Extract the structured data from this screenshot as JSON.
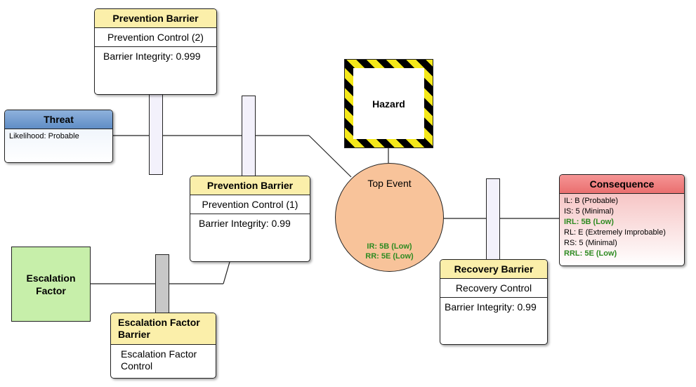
{
  "threat": {
    "title": "Threat",
    "likelihood": "Likelihood: Probable"
  },
  "hazard": {
    "label": "Hazard"
  },
  "top_event": {
    "label": "Top Event",
    "ir": "IR: 5B (Low)",
    "rr": "RR: 5E (Low)"
  },
  "prevention_barrier_2": {
    "title": "Prevention Barrier",
    "control": "Prevention Control (2)",
    "integrity": "Barrier Integrity: 0.999"
  },
  "prevention_barrier_1": {
    "title": "Prevention Barrier",
    "control": "Prevention Control (1)",
    "integrity": "Barrier Integrity: 0.99"
  },
  "recovery_barrier": {
    "title": "Recovery Barrier",
    "control": "Recovery Control",
    "integrity": "Barrier Integrity: 0.99"
  },
  "escalation_factor": {
    "label": "Escalation Factor"
  },
  "escalation_factor_barrier": {
    "title": "Escalation Factor Barrier",
    "control": "Escalation Factor Control"
  },
  "consequence": {
    "title": "Consequence",
    "il": "IL: B (Probable)",
    "is": "IS: 5 (Minimal)",
    "irl": "IRL: 5B (Low)",
    "rl": "RL: E (Extremely Improbable)",
    "rs": "RS: 5 (Minimal)",
    "rrl": "RRL: 5E (Low)"
  },
  "colors": {
    "threat": "#5f8dc6",
    "consequence": "#ea6f6f",
    "barrier_header": "#fbefaa",
    "top_event": "#f8c39a",
    "escalation_factor": "#c7efaa",
    "risk_low_text": "#2e8b22",
    "hazard_stripes": [
      "#000000",
      "#f4e81a"
    ]
  }
}
